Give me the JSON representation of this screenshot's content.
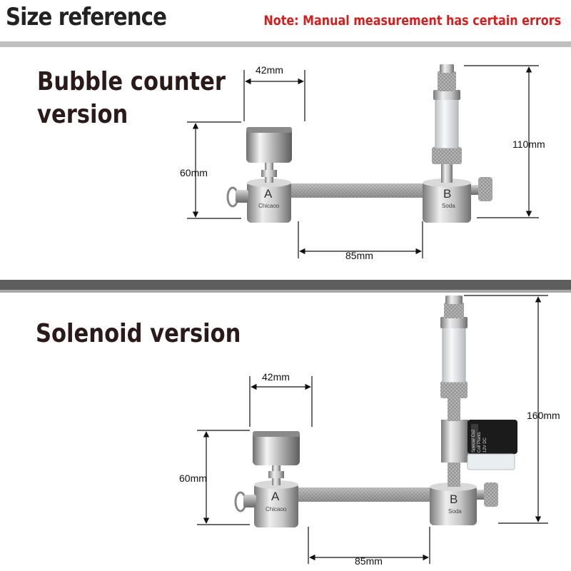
{
  "header": {
    "title": "Size reference",
    "note": "Note: Manual measurement has certain errors"
  },
  "bubble_section": {
    "title_line1": "Bubble counter",
    "title_line2": "version",
    "gauge_width": "42mm",
    "height_left": "60mm",
    "height_right": "110mm",
    "span": "85mm",
    "block_a_letter": "A",
    "block_a_brand": "Chicaoo",
    "block_b_letter": "B",
    "block_b_brand": "Soda"
  },
  "solenoid_section": {
    "title": "Solenoid version",
    "gauge_width": "42mm",
    "height_left": "60mm",
    "height_right": "160mm",
    "span": "85mm",
    "block_a_letter": "A",
    "block_a_brand": "Chicaoo",
    "block_b_letter": "B",
    "block_b_brand": "Soda",
    "solenoid_text": [
      "Special Co2",
      "Coil Plants",
      "12V DC"
    ]
  },
  "colors": {
    "note": "#d51f1f",
    "metal": "#9a9a9a",
    "divider": "#5e5e5e"
  }
}
